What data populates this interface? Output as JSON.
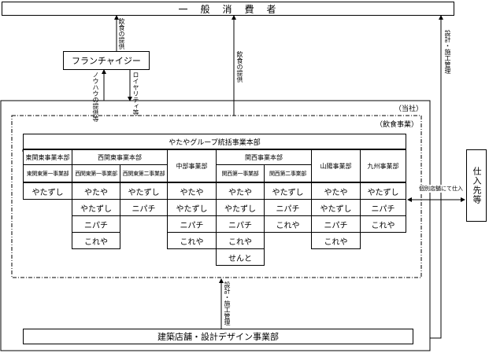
{
  "consumers": "一　般　消　費　者",
  "franchisee": "フランチャイジー",
  "company_label": "（当社）",
  "food_business_label": "（飲食事業）",
  "hq": "やたやグループ統括事業本部",
  "design_dept": "建築店舗・設計デザイン事業部",
  "supplier": "仕入先等",
  "arrows": {
    "food_supply_1": "飲食の提供",
    "food_supply_2": "飲食の提供",
    "knowhow": "ノウハウの提供等",
    "royalty": "ロイヤリティ等",
    "design_construction_top": "設計・施工管理",
    "design_construction_bottom": "設計・施工管理",
    "purchase": "個別店舗にて仕入"
  },
  "regions": [
    {
      "name": "東関東事業本部",
      "departments": [
        {
          "name": "東関東第一事業部",
          "stores": [
            "やたずし"
          ]
        }
      ]
    },
    {
      "name": "西関東事業本部",
      "departments": [
        {
          "name": "西関東第一事業部",
          "stores": [
            "やたや",
            "やたずし",
            "ニパチ",
            "これや"
          ]
        },
        {
          "name": "西関東第二事業部",
          "stores": [
            "やたずし",
            "ニパチ"
          ]
        }
      ]
    },
    {
      "name": "中部事業部",
      "departments": [
        {
          "name": "中部事業部",
          "stores": [
            "やたや",
            "やたずし",
            "ニパチ",
            "これや"
          ]
        }
      ]
    },
    {
      "name": "関西事業本部",
      "departments": [
        {
          "name": "関西第一事業部",
          "stores": [
            "やたや",
            "やたずし",
            "ニパチ",
            "これや",
            "せんと"
          ]
        },
        {
          "name": "関西第二事業部",
          "stores": [
            "やたずし",
            "ニパチ",
            "これや"
          ]
        }
      ]
    },
    {
      "name": "山陽事業部",
      "departments": [
        {
          "name": "山陽事業部",
          "stores": [
            "やたや",
            "やたずし",
            "ニパチ",
            "これや"
          ]
        }
      ]
    },
    {
      "name": "九州事業部",
      "departments": [
        {
          "name": "九州事業部",
          "stores": [
            "やたずし",
            "ニパチ",
            "これや"
          ]
        }
      ]
    }
  ]
}
